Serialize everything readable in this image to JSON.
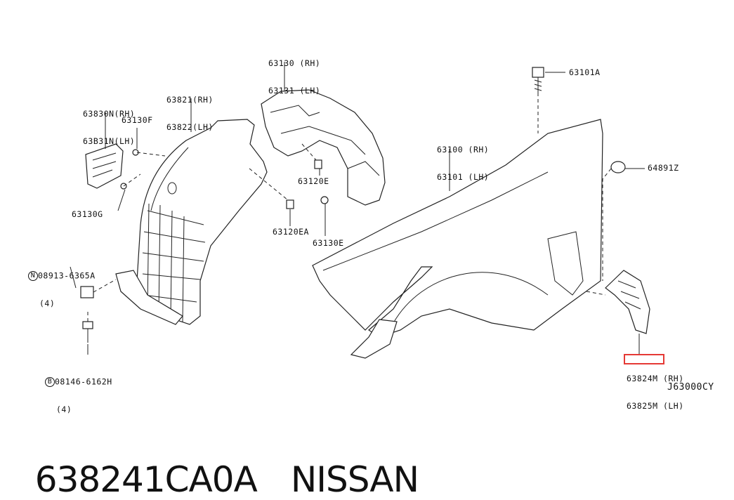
{
  "callouts": {
    "c63130": [
      "63130 (RH)",
      "63131 (LH)"
    ],
    "c63821": [
      "63821(RH)",
      "63822(LH)"
    ],
    "c63830": [
      "63830N(RH)",
      "63B31N(LH)"
    ],
    "c63130F": "63130F",
    "c63130G": "63130G",
    "c63120E": "63120E",
    "c63120EA": "63120EA",
    "c63130E": "63130E",
    "c63101A": "63101A",
    "c63100": [
      "63100 (RH)",
      "63101 (LH)"
    ],
    "c64891Z": "64891Z",
    "c08913": [
      "08913-6365A",
      "(4)"
    ],
    "c08146": [
      "08146-6162H",
      "(4)"
    ],
    "c63824": [
      "63824M (RH)",
      "63825M (LH)"
    ],
    "c08913_prefix": "N",
    "c08146_prefix": "B"
  },
  "diagram_code": "J63000CY",
  "caption": {
    "part_number": "638241CA0A",
    "brand": "NISSAN"
  },
  "highlight_color": "#e53935"
}
